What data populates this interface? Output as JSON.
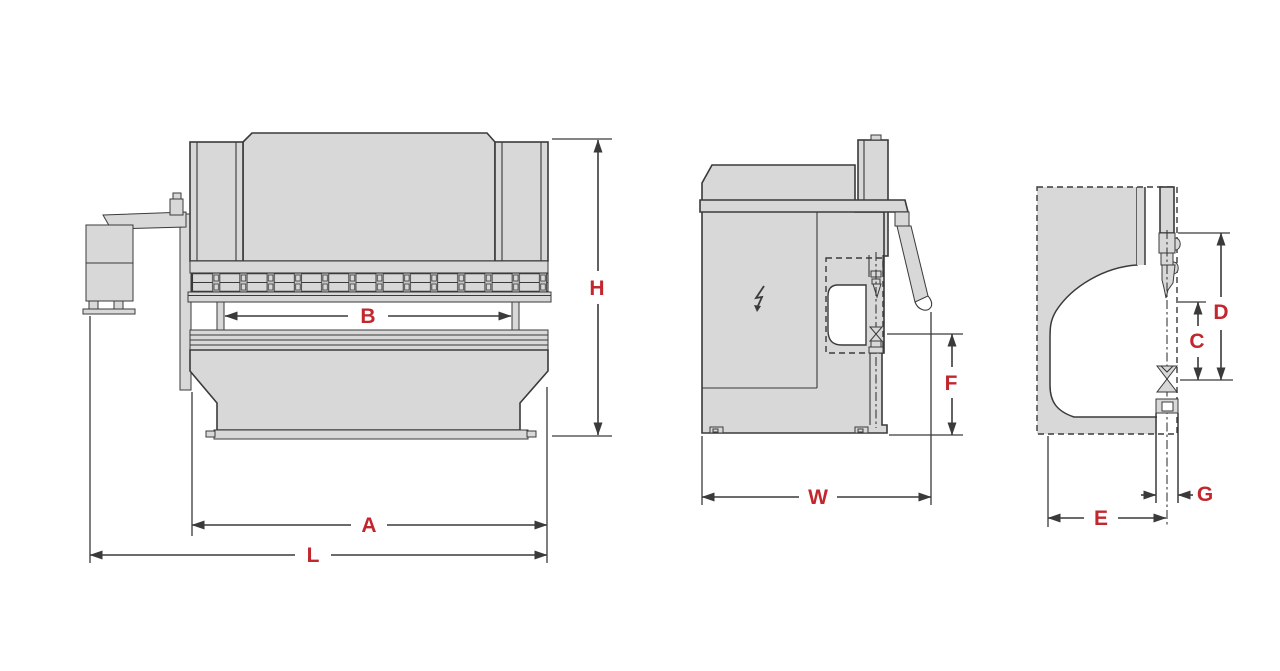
{
  "diagram": {
    "type": "technical-drawing",
    "subject": "press-brake machine dimensional views",
    "views": [
      {
        "id": "front-view",
        "dimension_labels": [
          "H",
          "B",
          "A",
          "L"
        ]
      },
      {
        "id": "side-view",
        "dimension_labels": [
          "W",
          "F"
        ]
      },
      {
        "id": "throat-detail-view",
        "dimension_labels": [
          "D",
          "C",
          "G",
          "E"
        ]
      }
    ]
  },
  "labels": {
    "A": "A",
    "B": "B",
    "C": "C",
    "D": "D",
    "E": "E",
    "F": "F",
    "G": "G",
    "H": "H",
    "L": "L",
    "W": "W"
  },
  "icons": {
    "side_panel_symbol": "lightning-bolt"
  },
  "colors": {
    "machine_fill": "#d8d8d8",
    "outline": "#3a3a3a",
    "dimension_label": "#c1272d",
    "background": "#ffffff"
  }
}
